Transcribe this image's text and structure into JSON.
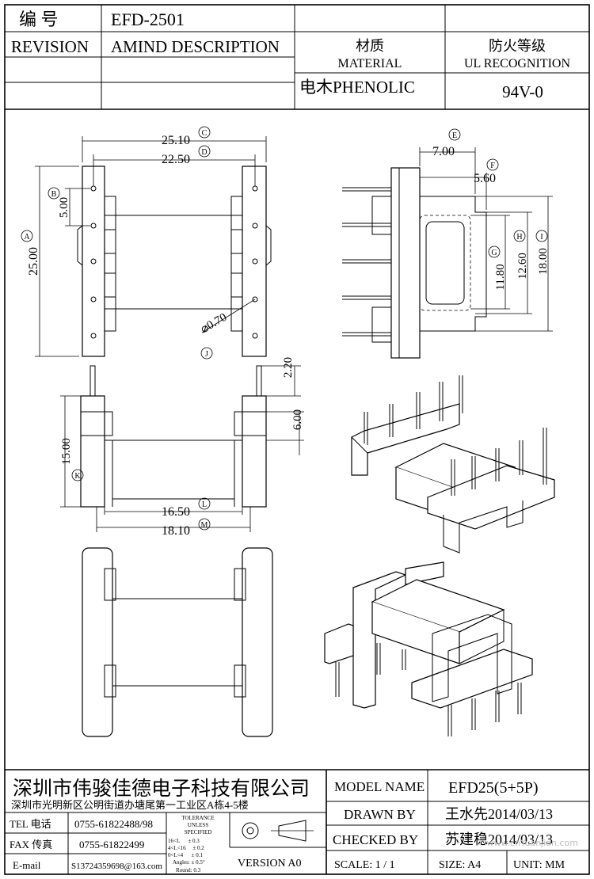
{
  "header": {
    "part_label": "编  号",
    "part_no": "EFD-2501",
    "revision_label": "REVISION",
    "description_label": "AMIND DESCRIPTION",
    "material_cn": "材质",
    "material_en": "MATERIAL",
    "material_value": "电木PHENOLIC",
    "ul_cn": "防火等级",
    "ul_en": "UL RECOGNITION",
    "ul_value": "94V-0"
  },
  "dimensions": {
    "C": "25.10",
    "D": "22.50",
    "B": "5.00",
    "A": "25.00",
    "J": "⌀0.70",
    "E": "7.00",
    "F": "5.60",
    "G": "11.80",
    "H": "12.60",
    "I": "18.00",
    "top_pin": "2.20",
    "slot": "6.00",
    "K": "15.00",
    "L": "16.50",
    "M": "18.10"
  },
  "callouts": [
    "A",
    "B",
    "C",
    "D",
    "E",
    "F",
    "G",
    "H",
    "I",
    "J",
    "K",
    "L",
    "M"
  ],
  "footer": {
    "company": "深圳市伟骏佳德电子科技有限公司",
    "address": "深圳市光明新区公明街道办塘尾第一工业区A栋4-5楼",
    "tel_label": "TEL 电话",
    "tel": "0755-61822488/98",
    "fax_label": "FAX 传真",
    "fax": "0755-61822499",
    "email_label": "E-mail",
    "email": "S13724359698@163.com",
    "tolerance": [
      "TOLERANCE",
      "UNLESS",
      "SPECIFIED",
      "16<L      ± 0.3",
      "4<L<16     ± 0.2",
      "0<L<4      ± 0.1",
      "Angles: ± 0.5°",
      "Round: 0.3"
    ],
    "version": "VERSION A0",
    "model_label": "MODEL NAME",
    "model_value": "EFD25(5+5P)",
    "drawn_label": "DRAWN BY",
    "drawn_value": "王水先2014/03/13",
    "checked_label": "CHECKED BY",
    "checked_value": "苏建稳2014/03/13",
    "scale": "SCALE: 1 / 1",
    "size": "SIZE: A4",
    "unit": "UNIT: MM"
  },
  "watermark": "www.cnYuanjian.com"
}
